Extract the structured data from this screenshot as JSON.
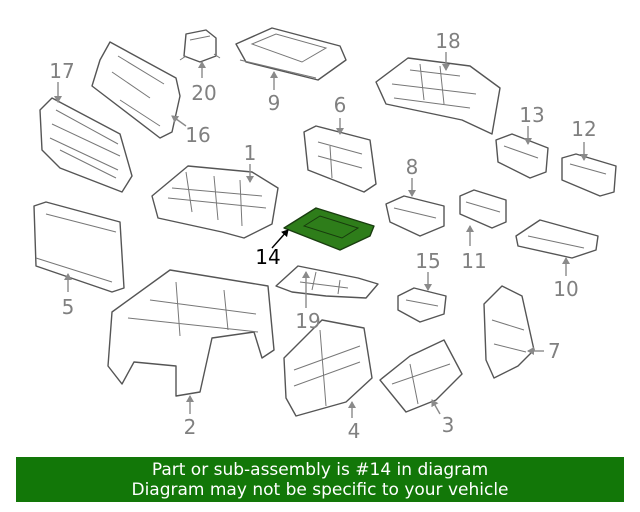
{
  "callouts": [
    {
      "id": "1",
      "label": "1"
    },
    {
      "id": "2",
      "label": "2"
    },
    {
      "id": "3",
      "label": "3"
    },
    {
      "id": "4",
      "label": "4"
    },
    {
      "id": "5",
      "label": "5"
    },
    {
      "id": "6",
      "label": "6"
    },
    {
      "id": "7",
      "label": "7"
    },
    {
      "id": "8",
      "label": "8"
    },
    {
      "id": "9",
      "label": "9"
    },
    {
      "id": "10",
      "label": "10"
    },
    {
      "id": "11",
      "label": "11"
    },
    {
      "id": "12",
      "label": "12"
    },
    {
      "id": "13",
      "label": "13"
    },
    {
      "id": "14",
      "label": "14"
    },
    {
      "id": "15",
      "label": "15"
    },
    {
      "id": "16",
      "label": "16"
    },
    {
      "id": "17",
      "label": "17"
    },
    {
      "id": "18",
      "label": "18"
    },
    {
      "id": "19",
      "label": "19"
    },
    {
      "id": "20",
      "label": "20"
    }
  ],
  "highlighted_part": "14",
  "colors": {
    "highlight_fill": "#2e7d1a",
    "banner_background": "#127708",
    "banner_text": "#ffffff",
    "line_art": "#555555",
    "callout_text": "#808080"
  },
  "banner": {
    "line1": "Part or sub-assembly is #14 in diagram",
    "line2": "Diagram may not be specific to your vehicle"
  }
}
